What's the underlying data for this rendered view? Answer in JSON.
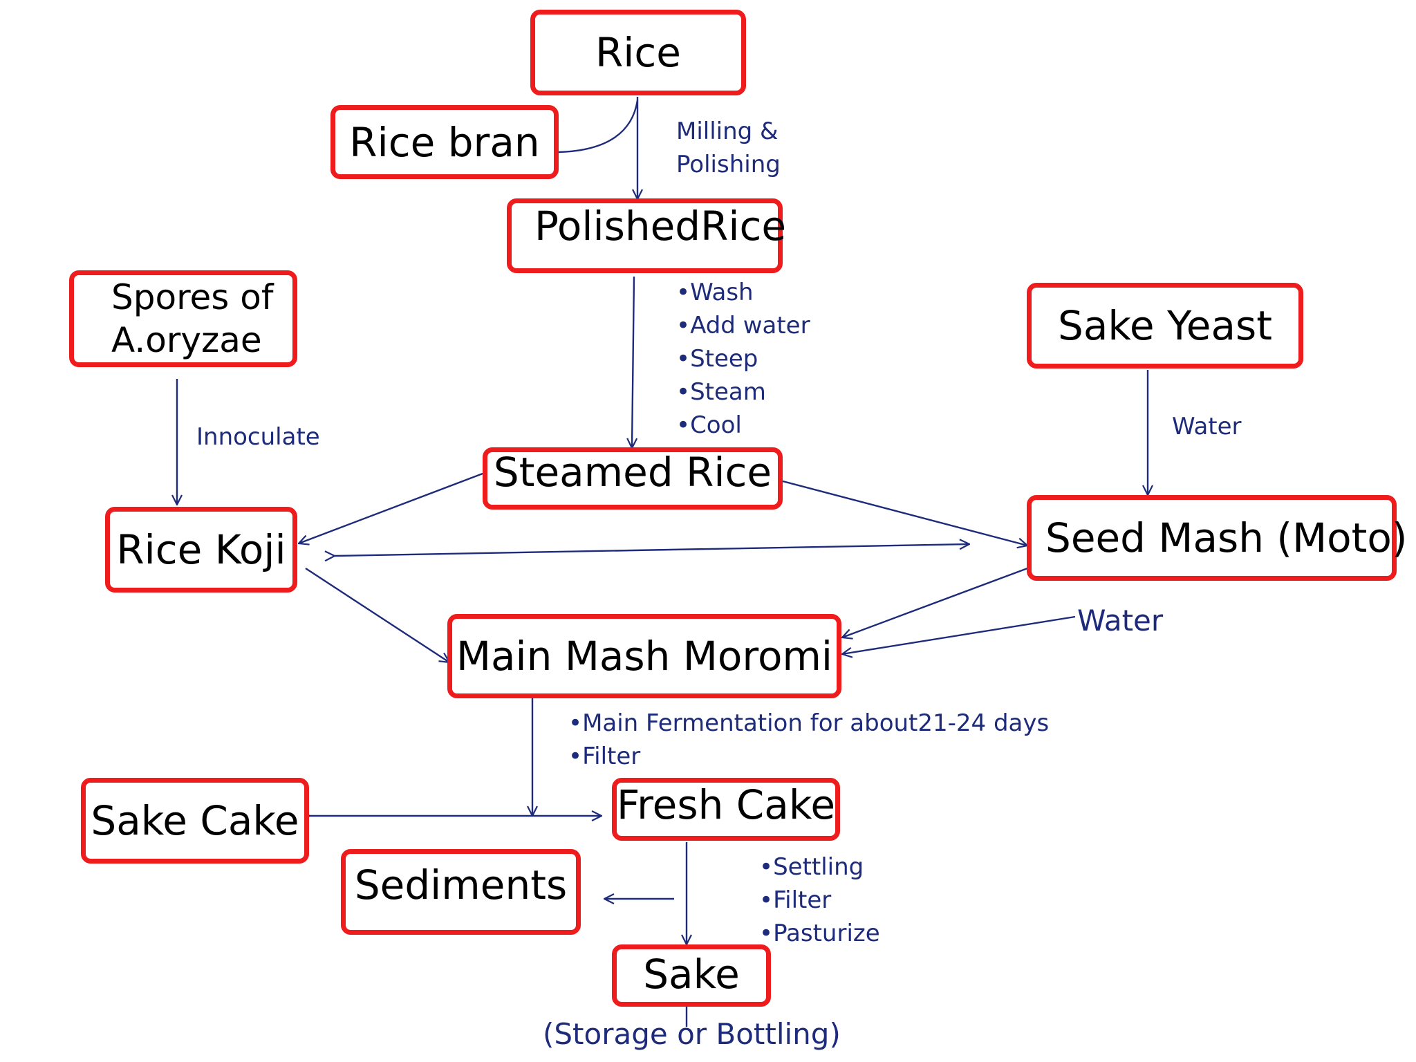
{
  "colors": {
    "node_border": "#ee1c1c",
    "arrow": "#1d2b7a",
    "label": "#1d2b7a"
  },
  "nodes": {
    "rice": "Rice",
    "rice_bran": "Rice bran",
    "polished_rice": "PolishedRice",
    "spores_line1": "Spores of",
    "spores_line2": "A.oryzae",
    "sake_yeast": "Sake Yeast",
    "steamed_rice": "Steamed Rice",
    "rice_koji": "Rice Koji",
    "seed_mash": "Seed Mash (Moto)",
    "main_mash": "Main Mash Moromi",
    "sake_cake": "Sake Cake",
    "fresh_cake": "Fresh Cake",
    "sediments": "Sediments",
    "sake": "Sake"
  },
  "labels": {
    "milling": [
      "Milling  &",
      "Polishing"
    ],
    "rice_prep": [
      "Wash",
      "Add water",
      "Steep",
      "Steam",
      "Cool"
    ],
    "innoculate": "Innoculate",
    "water_yeast": "Water",
    "water_moromi": "Water",
    "fermentation": [
      "Main Fermentation for about21-24 days",
      "Filter"
    ],
    "finishing": [
      "Settling",
      "Filter",
      "Pasturize"
    ],
    "storage": "(Storage or Bottling)"
  }
}
